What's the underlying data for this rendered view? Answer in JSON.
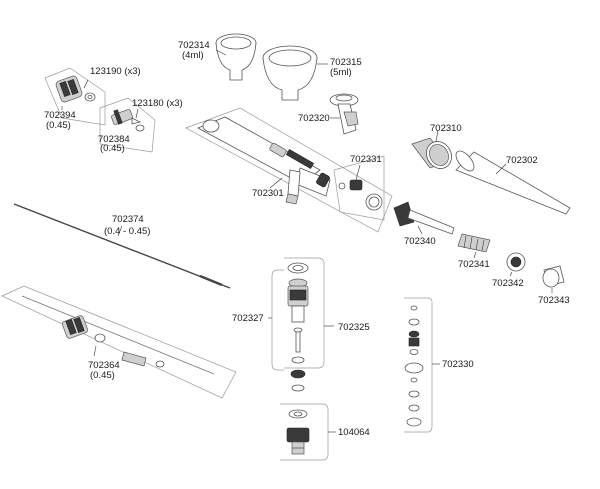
{
  "diagram": {
    "labels": {
      "l702314": "702314",
      "l702314_cap": "(4ml)",
      "l702315": "702315",
      "l702315_cap": "(5ml)",
      "l123190": "123190 (x3)",
      "l702394": "702394",
      "l702394_cap": "(0.45)",
      "l123180": "123180 (x3)",
      "l702384": "702384",
      "l702384_cap": "(0.45)",
      "l702320": "702320",
      "l702310": "702310",
      "l702302": "702302",
      "l702331": "702331",
      "l702301": "702301",
      "l702340": "702340",
      "l702341": "702341",
      "l702342": "702342",
      "l702343": "702343",
      "l702374": "702374",
      "l702374_cap": "(0.4 - 0.45)",
      "l702327": "702327",
      "l702325": "702325",
      "l702330": "702330",
      "l702364": "702364",
      "l702364_cap": "(0.45)",
      "l104064": "104064"
    }
  }
}
